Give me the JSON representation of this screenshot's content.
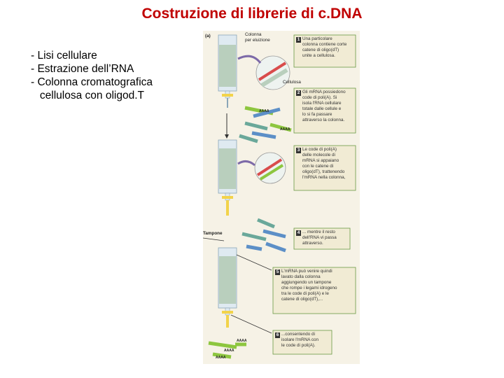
{
  "title": "Costruzione di librerie di c.DNA",
  "bullets": [
    "- Lisi cellulare",
    "- Estrazione dell’RNA",
    "- Colonna cromatografica",
    "   cellulosa con oligod.T"
  ],
  "figure": {
    "panel_label": "(a)",
    "column_label": "Colonna\nper eluizione",
    "cellulose_label": "Cellulosa",
    "buffer_label": "Tampone",
    "polyA": "AAAA",
    "steps": [
      {
        "n": "1",
        "text": "Una particolare\ncolonna contiene corte\ncatene di oligo(dT)\nunite a cellulosa."
      },
      {
        "n": "2",
        "text": "Gli mRNA possiedono\ncode di poli(A). Si\nisola l'RNA cellulare\ntotale dalle cellule e\nlo si fa passare\nattraverso la colonna."
      },
      {
        "n": "3",
        "text": "Le code di poli(A)\ndelle molecole di\nmRNA si appaiano\ncon le catene di\noligo(dT), trattenendo\nl'mRNA nella colonna,"
      },
      {
        "n": "4",
        "text": "... mentre il resto\ndell'RNA vi passa\nattraverso."
      },
      {
        "n": "5",
        "text": "L'mRNA può venire quindi\nlavato dalla colonna\naggiungendo un tampone\nche rompe i legami idrogeno\ntra le code di poli(A) e le\ncatene di oligo(dT),..."
      },
      {
        "n": "6",
        "text": "...consentendo di\nisolare l'mRNA con\nle code di poli(A)."
      }
    ]
  },
  "colors": {
    "title": "#c00000",
    "figure_bg": "#f6f2e6",
    "caption_bg": "#f1ebd4",
    "column": "#dfeaf1",
    "beads": "#b9cfbd",
    "mrna_green": "#8dc63f",
    "rna_blue": "#5c8fc7",
    "rna_teal": "#6aa89a",
    "oligo_red": "#d94c4c",
    "stopcock": "#f2d34a",
    "arrow": "#7d6aa8"
  }
}
